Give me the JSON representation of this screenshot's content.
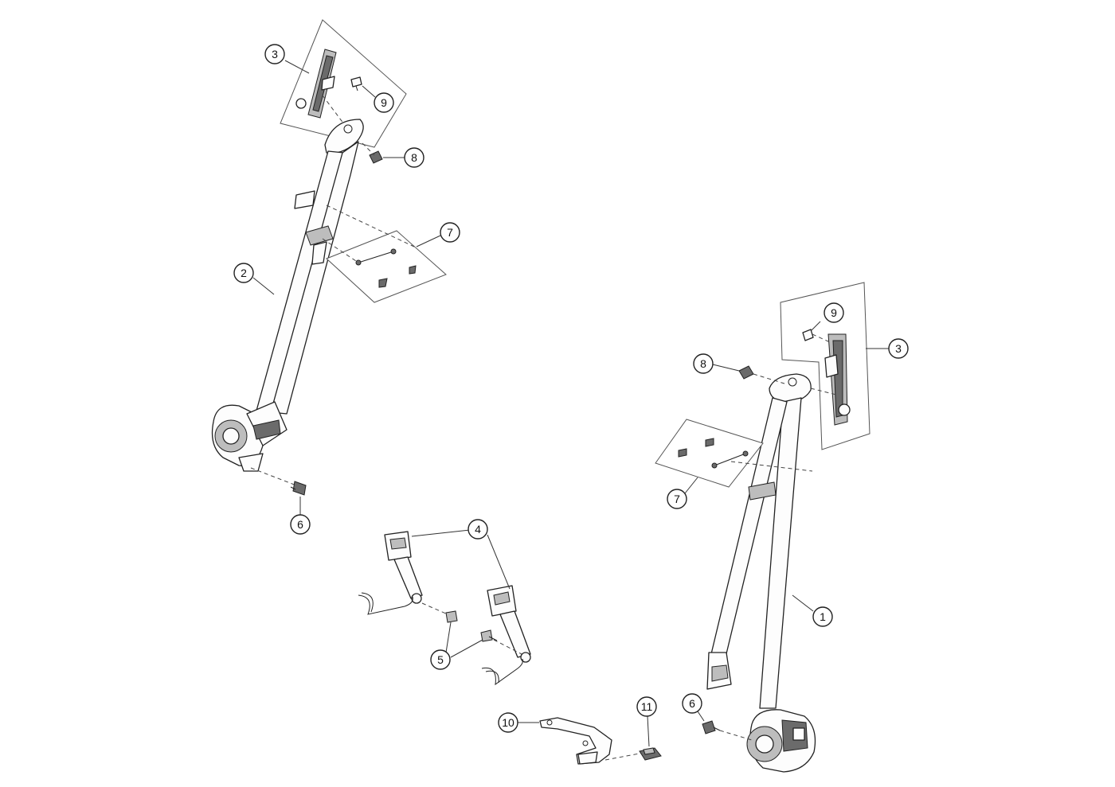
{
  "diagram": {
    "callouts": [
      {
        "id": "c1",
        "label": "1"
      },
      {
        "id": "c2",
        "label": "2"
      },
      {
        "id": "c3-left",
        "label": "3"
      },
      {
        "id": "c3-right",
        "label": "3"
      },
      {
        "id": "c4",
        "label": "4"
      },
      {
        "id": "c5",
        "label": "5"
      },
      {
        "id": "c6-left",
        "label": "6"
      },
      {
        "id": "c6-right",
        "label": "6"
      },
      {
        "id": "c7-left",
        "label": "7"
      },
      {
        "id": "c7-right",
        "label": "7"
      },
      {
        "id": "c8-left",
        "label": "8"
      },
      {
        "id": "c8-right",
        "label": "8"
      },
      {
        "id": "c9-left",
        "label": "9"
      },
      {
        "id": "c9-right",
        "label": "9"
      },
      {
        "id": "c10",
        "label": "10"
      },
      {
        "id": "c11",
        "label": "11"
      }
    ]
  }
}
